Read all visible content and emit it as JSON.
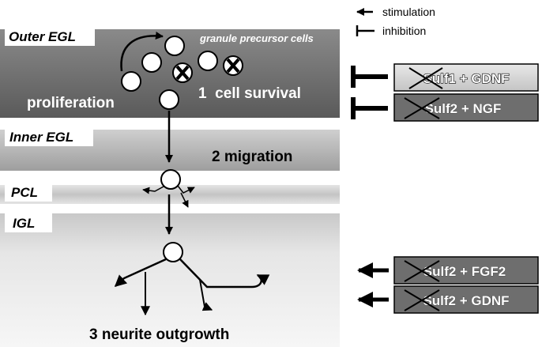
{
  "legend": {
    "stimulation": "stimulation",
    "inhibition": "inhibition"
  },
  "layers": {
    "outer_egl": "Outer EGL",
    "inner_egl": "Inner EGL",
    "pcl": "PCL",
    "igl": "IGL"
  },
  "cells_label": "granule precursor cells",
  "processes": {
    "proliferation": "proliferation",
    "survival": "1  cell survival",
    "migration": "2 migration",
    "neurite": "3 neurite outgrowth"
  },
  "factor_boxes": [
    {
      "strike": "Sulf1",
      "rest": " + GDNF",
      "effect": "inhibition",
      "fill": "#d6d6d6"
    },
    {
      "strike": "Sulf2",
      "rest": " + NGF",
      "effect": "inhibition",
      "fill": "#6e6e6e"
    },
    {
      "strike": "Sulf2",
      "rest": " + FGF2",
      "effect": "stimulation",
      "fill": "#6e6e6e"
    },
    {
      "strike": "Sulf2",
      "rest": " + GDNF",
      "effect": "stimulation",
      "fill": "#6e6e6e"
    }
  ],
  "colors": {
    "outer_egl_band": "#6b6b6b",
    "inner_egl_band": "#b4b4b4",
    "pcl_band": "#c8c8c8",
    "igl_band": "#dedede",
    "dark_box": "#6e6e6e",
    "light_box": "#d6d6d6"
  }
}
